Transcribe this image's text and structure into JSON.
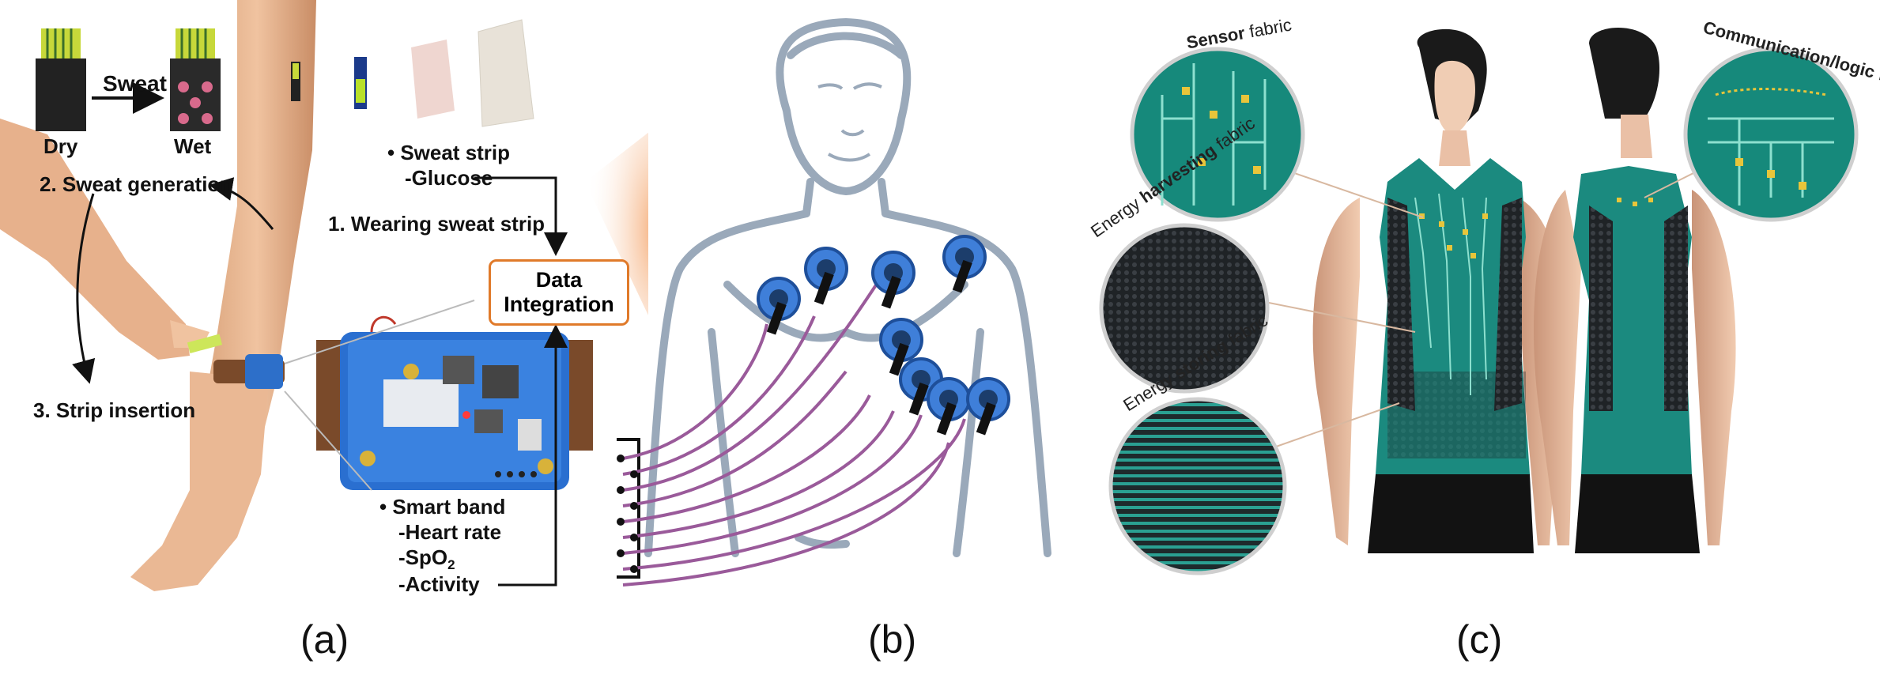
{
  "panel_a": {
    "dry": "Dry",
    "sweat": "Sweat",
    "wet": "Wet",
    "step_1": "1. Wearing sweat strip",
    "step_2": "2. Sweat generation",
    "step_3": "3. Strip insertion",
    "sweat_strip_title": "• Sweat strip",
    "sweat_strip_item": "-Glucose",
    "data_integration_line1": "Data",
    "data_integration_line2": "Integration",
    "smart_band_title": "• Smart band",
    "smart_band_items": [
      "-Heart rate",
      "-SpO",
      "-Activity"
    ],
    "spo2_subscript": "2",
    "accent_color": "#e07a2a",
    "caption": "(a)"
  },
  "panel_b": {
    "caption": "(b)",
    "electrode_color": "#3f7fd9",
    "wire_color": "#9a5a9a"
  },
  "panel_c": {
    "sensor_label": {
      "bold": "Sensor",
      "rest": " fabric"
    },
    "communication_label": {
      "bold": "Communication/logic",
      "rest": " fabric"
    },
    "energy_harvesting_label": {
      "pre": "Energy ",
      "bold": "harvesting",
      "rest": " fabric"
    },
    "energy_storing_label": {
      "pre": "Energy ",
      "bold": "storing",
      "rest": " fabric"
    },
    "garment_color": "#1b8a7f",
    "caption": "(c)"
  }
}
